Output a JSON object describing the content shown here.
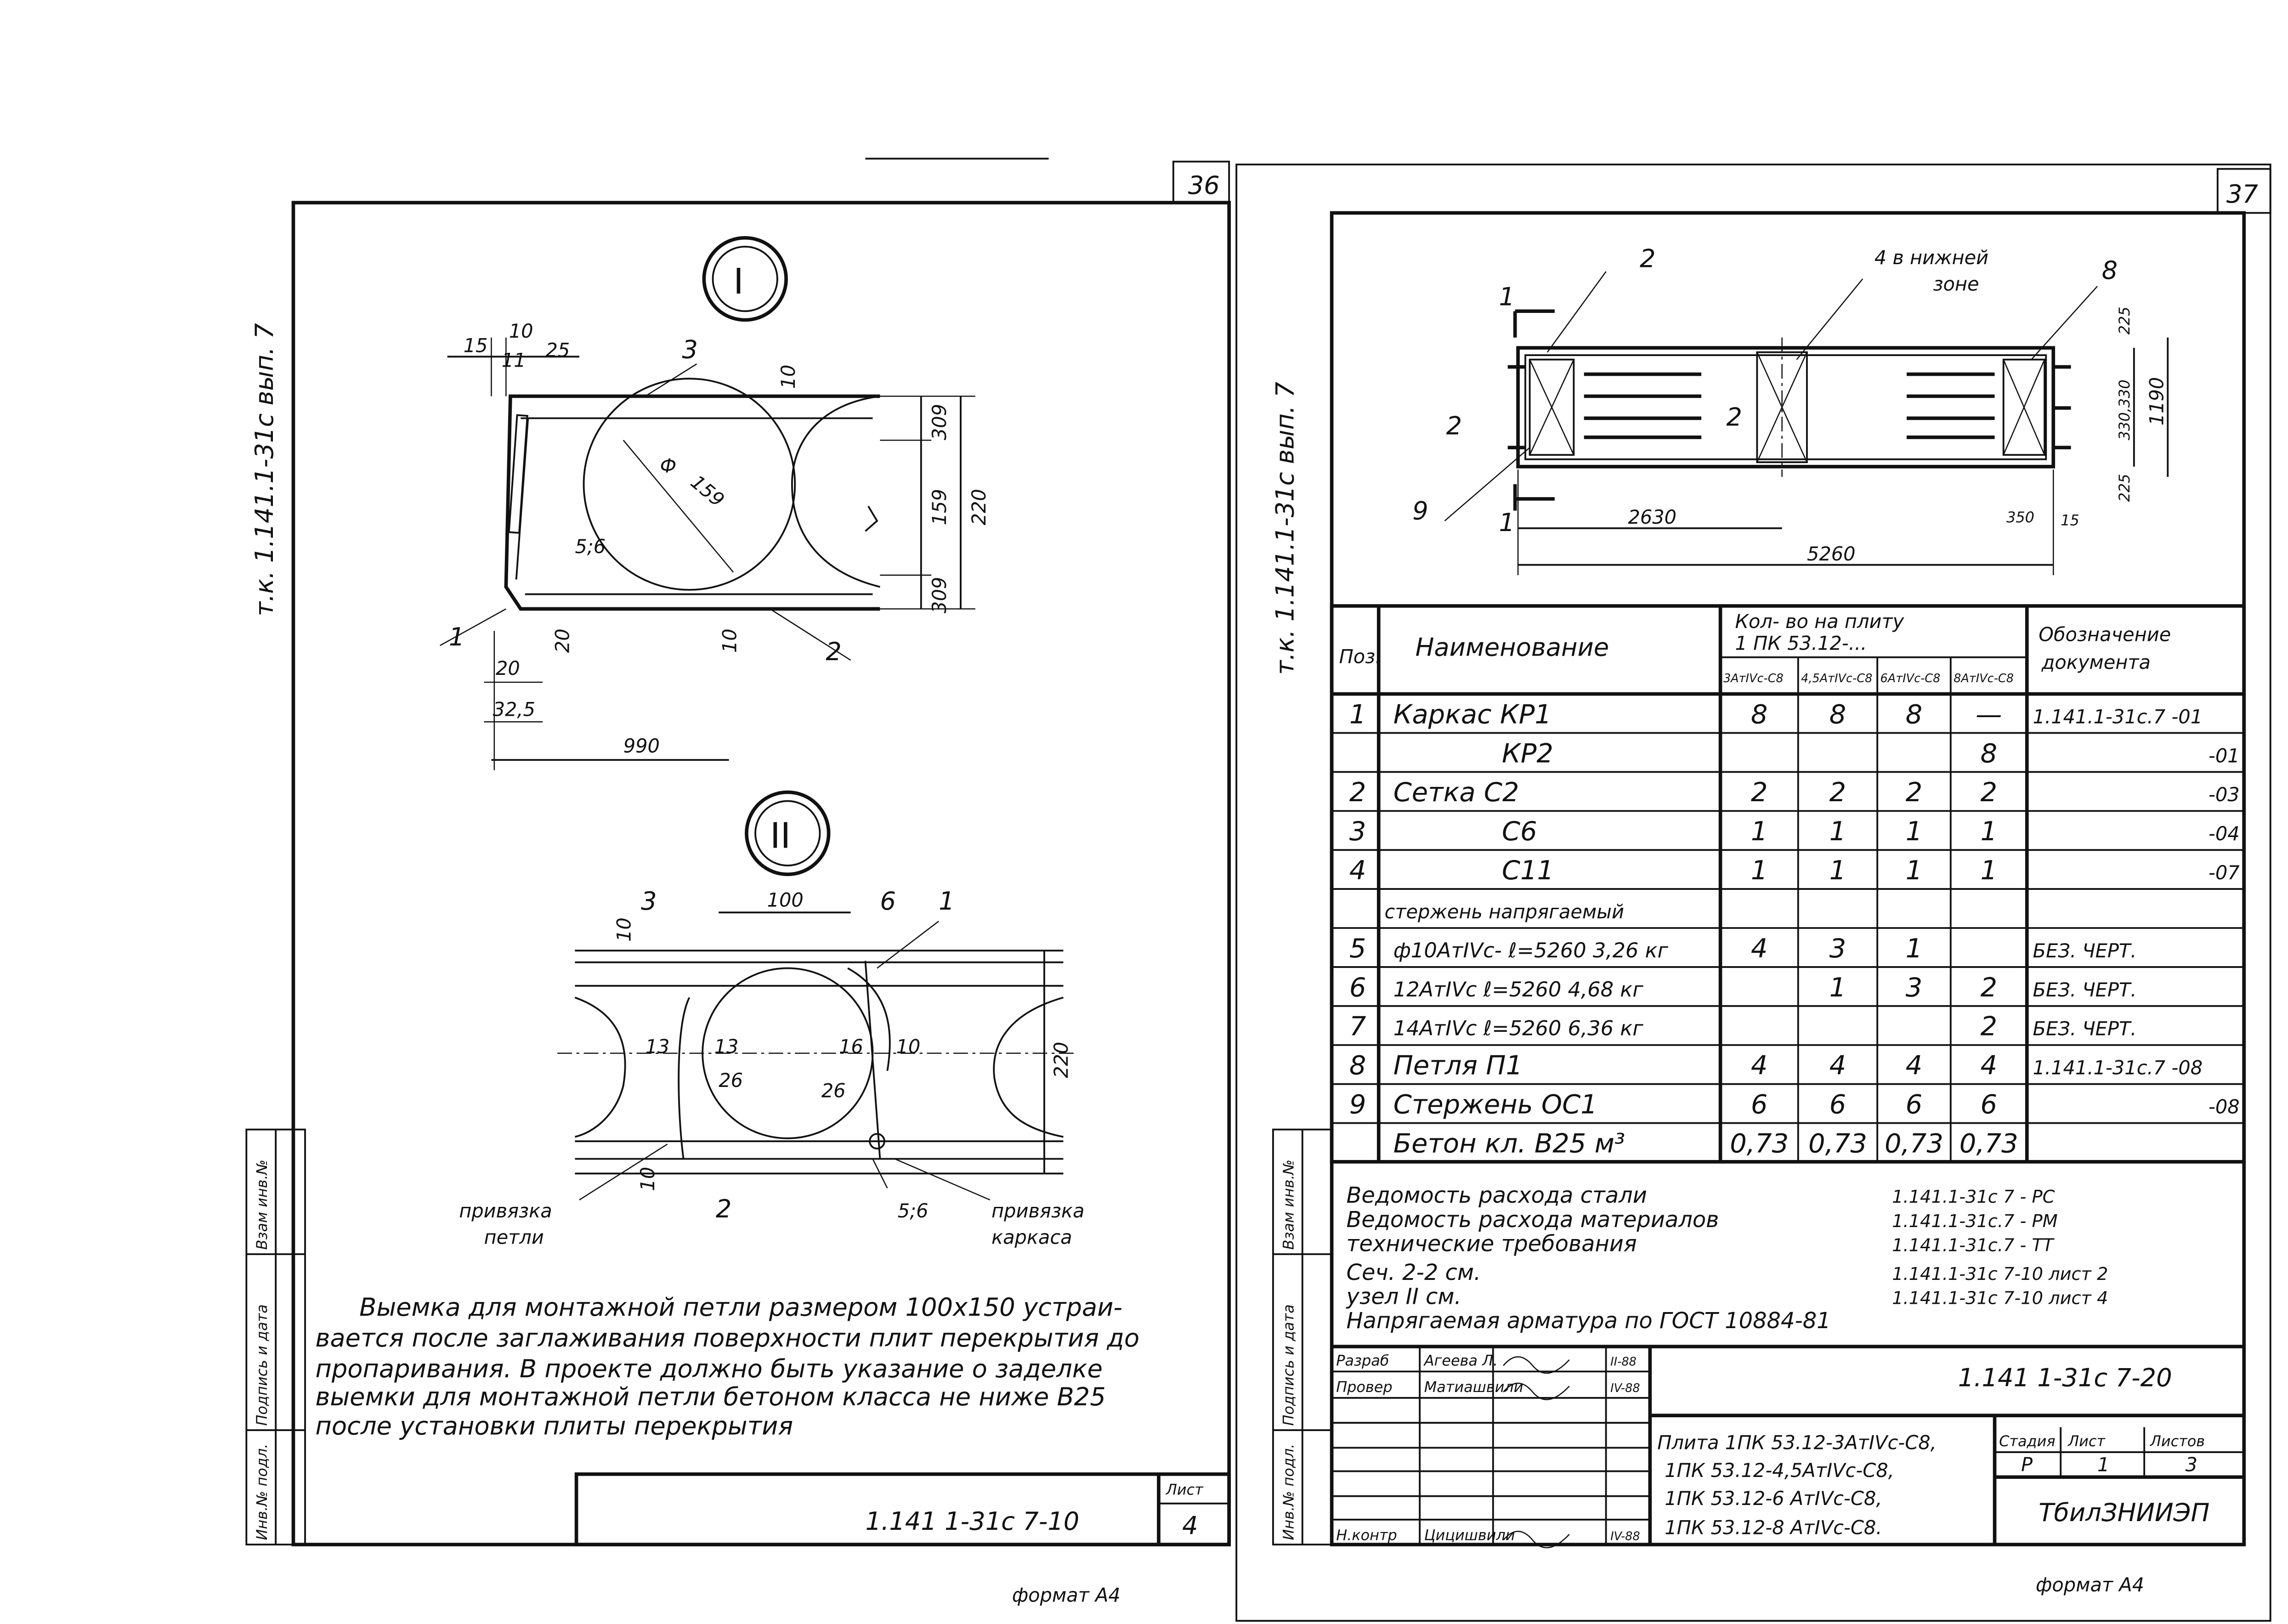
{
  "left_sheet": {
    "sheet_tab": "36",
    "side_label": "т.к. 1.141.1-31с вып. 7",
    "strip_labels": [
      "Инв.№ подл.",
      "Подпись и дата",
      "Взам инв.№"
    ],
    "node_1": "I",
    "node_2": "II",
    "detail_1_dims": [
      "15",
      "10",
      "11",
      "25",
      "3",
      "10",
      "309",
      "159",
      "220",
      "309",
      "Ф",
      "159",
      "5;6",
      "1",
      "20",
      "10",
      "2",
      "20",
      "32,5",
      "990"
    ],
    "detail_2_dims": [
      "3",
      "100",
      "6",
      "1",
      "10",
      "220",
      "13",
      "13",
      "16",
      "10",
      "26",
      "26",
      "10",
      "2",
      "5;6"
    ],
    "callout_loop": [
      "привязка",
      "петли"
    ],
    "callout_frame": [
      "привязка",
      "каркаса"
    ],
    "note_lines": [
      "Выемка для монтажной петли размером 100х150 устраи-",
      "вается после заглаживания поверхности плит перекрытия до",
      "пропаривания. В проекте должно быть указание о заделке",
      "выемки для монтажной петли бетоном класса не ниже В25",
      "после установки плиты перекрытия"
    ],
    "stamp_code": "1.141 1-31с 7-10",
    "stamp_sheet_label": "Лист",
    "stamp_sheet": "4",
    "format": "формат А4"
  },
  "right_sheet": {
    "sheet_tab": "37",
    "side_label": "т.к. 1.141.1-31с вып. 7",
    "strip_labels": [
      "Инв.№ подл.",
      "Подпись и дата",
      "Взам инв.№"
    ],
    "plan_labels": [
      "2",
      "4 в нижней",
      "зоне",
      "8",
      "1",
      "2",
      "2",
      "9",
      "1",
      "2630",
      "5260",
      "350",
      "15",
      "225",
      "330,330",
      "1190",
      "225"
    ],
    "table": {
      "col_pos": "Поз.",
      "col_name": "Наименование",
      "col_qty": [
        "Кол- во на плиту",
        "1 ПК 53.12-..."
      ],
      "col_doc": [
        "Обозначение",
        "документа"
      ],
      "qty_subcols": [
        "3AтIVc-C8",
        "4,5AтIVc-C8",
        "6AтIVc-C8",
        "8AтIVc-C8"
      ],
      "rows": [
        {
          "pos": "1",
          "name": "Каркас  КР1",
          "q": [
            "8",
            "8",
            "8",
            "—"
          ],
          "doc": "1.141.1-31с.7 -01"
        },
        {
          "pos": "",
          "name": "КР2",
          "q": [
            "",
            "",
            "",
            "8"
          ],
          "doc": "-01"
        },
        {
          "pos": "2",
          "name": "Сетка  С2",
          "q": [
            "2",
            "2",
            "2",
            "2"
          ],
          "doc": "-03"
        },
        {
          "pos": "3",
          "name": "С6",
          "q": [
            "1",
            "1",
            "1",
            "1"
          ],
          "doc": "-04"
        },
        {
          "pos": "4",
          "name": "С11",
          "q": [
            "1",
            "1",
            "1",
            "1"
          ],
          "doc": "-07"
        },
        {
          "pos": "",
          "name": "стержень напрягаемый",
          "q": [
            "",
            "",
            "",
            ""
          ],
          "doc": ""
        },
        {
          "pos": "5",
          "name": "ф10AтIVc- ℓ=5260 3,26 кг",
          "q": [
            "4",
            "3",
            "1",
            ""
          ],
          "doc": "БЕЗ. ЧЕРТ."
        },
        {
          "pos": "6",
          "name": "12AтIVc ℓ=5260 4,68 кг",
          "q": [
            "",
            "1",
            "3",
            "2"
          ],
          "doc": "БЕЗ. ЧЕРТ."
        },
        {
          "pos": "7",
          "name": "14AтIVc ℓ=5260 6,36 кг",
          "q": [
            "",
            "",
            "",
            "2"
          ],
          "doc": "БЕЗ. ЧЕРТ."
        },
        {
          "pos": "8",
          "name": "Петля П1",
          "q": [
            "4",
            "4",
            "4",
            "4"
          ],
          "doc": "1.141.1-31с.7 -08"
        },
        {
          "pos": "9",
          "name": "Стержень ОС1",
          "q": [
            "6",
            "6",
            "6",
            "6"
          ],
          "doc": "-08"
        },
        {
          "pos": "",
          "name": "Бетон кл. В25 м³",
          "q": [
            "0,73",
            "0,73",
            "0,73",
            "0,73"
          ],
          "doc": ""
        }
      ]
    },
    "notes": [
      {
        "text": "Ведомость расхода стали",
        "ref": "1.141.1-31с 7 - РС"
      },
      {
        "text": "Ведомость расхода материалов",
        "ref": "1.141.1-31с.7 - РМ"
      },
      {
        "text": "технические требования",
        "ref": "1.141.1-31с.7 - ТТ"
      },
      {
        "text": "Сеч. 2-2 см.",
        "ref": "1.141.1-31с 7-10 лист 2"
      },
      {
        "text": "узел II см.",
        "ref": "1.141.1-31с 7-10 лист 4"
      },
      {
        "text": "Напрягаемая арматура по ГОСТ 10884-81",
        "ref": ""
      }
    ],
    "title_block": {
      "signers": [
        {
          "role": "Разраб",
          "name": "Агеева Л.",
          "date": "II-88"
        },
        {
          "role": "Провер",
          "name": "Матиашвили",
          "date": "IV-88"
        },
        {
          "role": "Н.контр",
          "name": "Цицишвили",
          "date": "IV-88"
        }
      ],
      "code": "1.141 1-31с 7-20",
      "title_lines": [
        "Плита 1ПК 53.12-3AтIVc-C8,",
        "1ПК 53.12-4,5AтIVc-C8,",
        "1ПК 53.12-6 AтIVc-C8,",
        "1ПК 53.12-8 AтIVc-C8."
      ],
      "stage_label": "Стадия",
      "sheet_label": "Лист",
      "sheets_label": "Листов",
      "stage": "Р",
      "sheet": "1",
      "sheets": "3",
      "organization": "ТбилЗНИИЭП"
    },
    "format": "формат А4"
  }
}
